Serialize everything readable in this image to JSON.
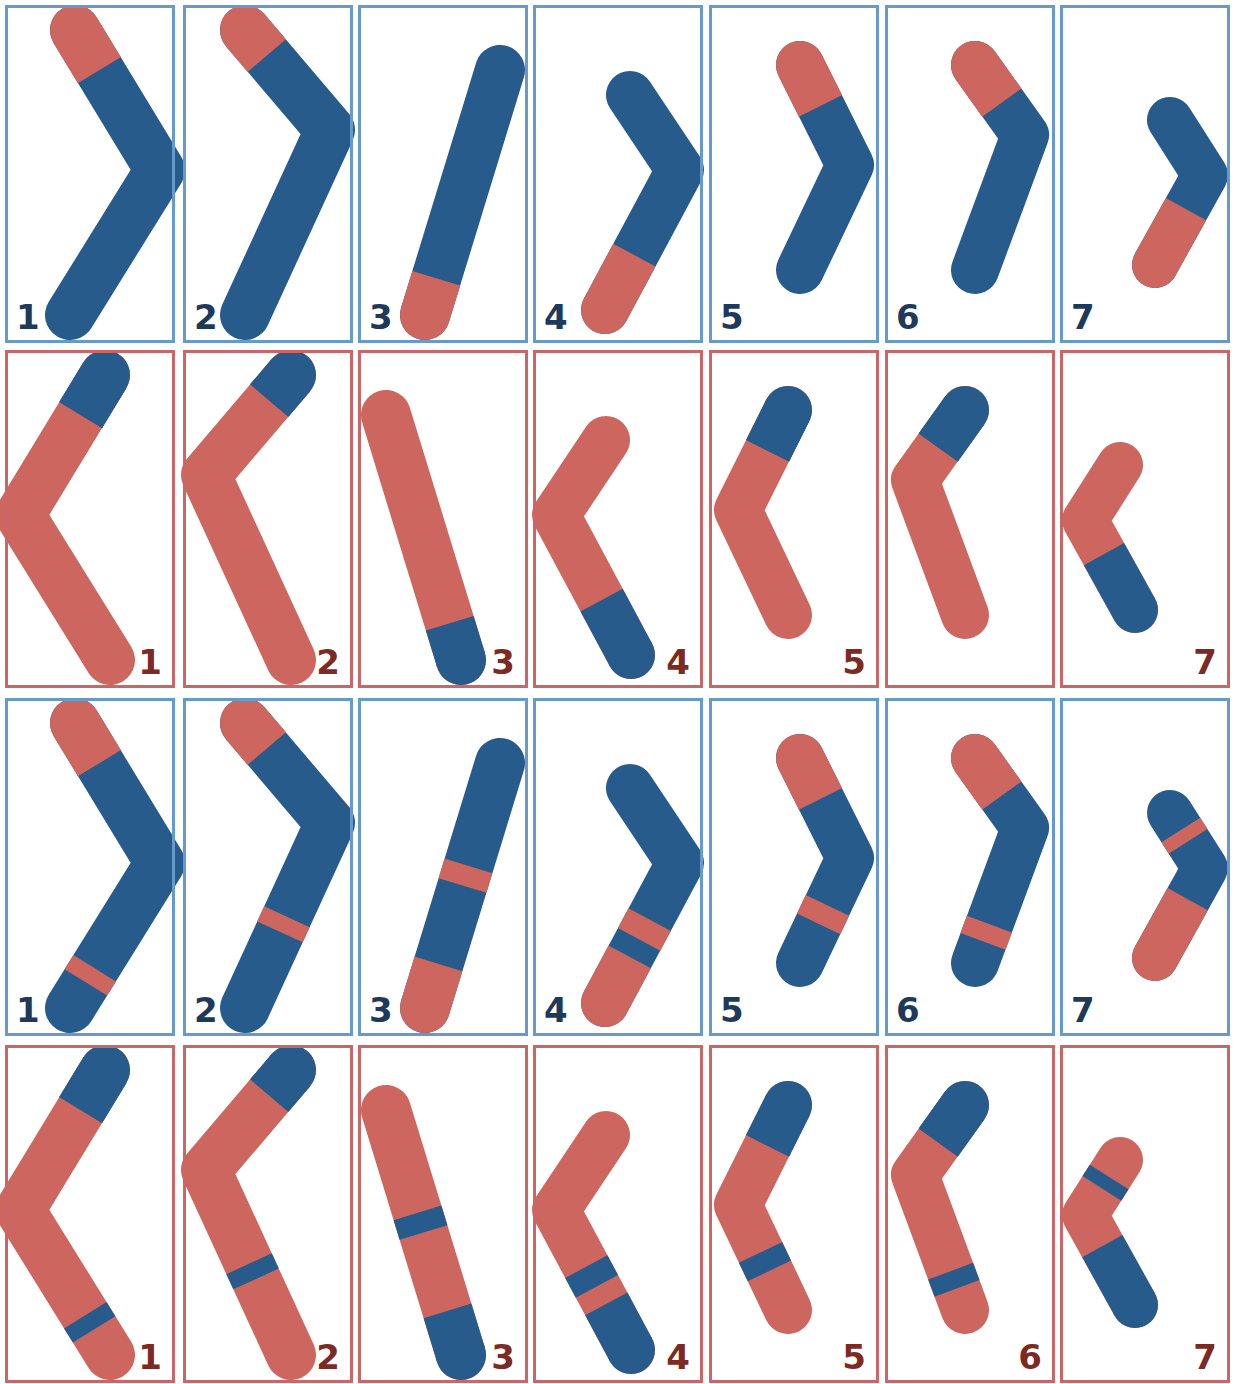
{
  "diagram": {
    "nodes": [
      {
        "text": [
          "1"
        ]
      },
      {
        "text": [
          "2"
        ]
      },
      {
        "text": [
          "3"
        ]
      },
      {
        "text": [
          "4"
        ]
      },
      {
        "text": [
          "5"
        ]
      },
      {
        "text": [
          "6"
        ]
      },
      {
        "text": [
          "7"
        ]
      },
      {
        "text": [
          "1"
        ]
      },
      {
        "text": [
          "2"
        ]
      },
      {
        "text": [
          "3"
        ]
      },
      {
        "text": [
          "4"
        ]
      },
      {
        "text": [
          "5"
        ]
      },
      {
        "text": [
          "7"
        ]
      },
      {
        "text": [
          "1"
        ]
      },
      {
        "text": [
          "2"
        ]
      },
      {
        "text": [
          "3"
        ]
      },
      {
        "text": [
          "4"
        ]
      },
      {
        "text": [
          "5"
        ]
      },
      {
        "text": [
          "6"
        ]
      },
      {
        "text": [
          "7"
        ]
      },
      {
        "text": [
          "1"
        ]
      },
      {
        "text": [
          "2"
        ]
      },
      {
        "text": [
          "3"
        ]
      },
      {
        "text": [
          "4"
        ]
      },
      {
        "text": [
          "5"
        ]
      },
      {
        "text": [
          "6"
        ]
      },
      {
        "text": [
          "7"
        ]
      }
    ]
  }
}
